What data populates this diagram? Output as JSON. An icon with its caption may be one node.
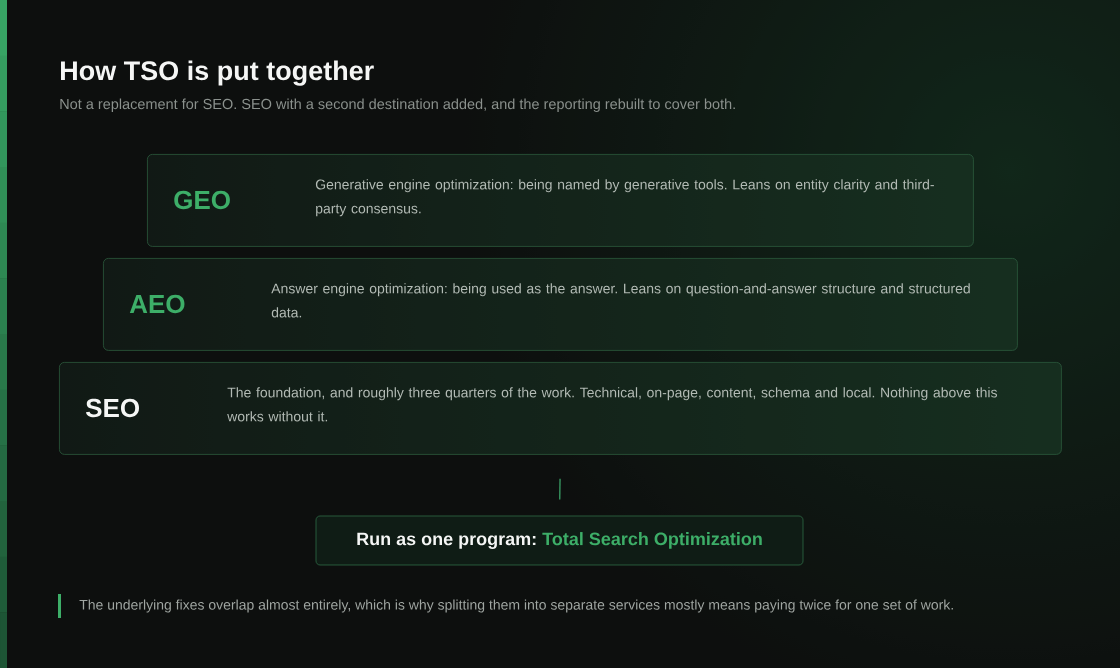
{
  "diagram": {
    "title": "How TSO is put together",
    "nodes": [
      {
        "text": [
          "GEO",
          "Generative engine optimization: being named by generative tools. Leans on entity clarity and third-party consensus."
        ]
      },
      {
        "text": [
          "AEO",
          "Answer engine optimization: being used as the answer. Leans on question-and-answer structure and structured data."
        ]
      },
      {
        "text": [
          "SEO",
          "The foundation, and roughly three quarters of the work. Technical, on-page, content, schema and local. Nothing above this works without it."
        ]
      },
      {
        "text": [
          "Run as one program:",
          "Total Search Optimization"
        ]
      }
    ],
    "edges": [
      {
        "from": 2,
        "to": 3,
        "arrow": "none"
      }
    ],
    "labels": [
      "Not a replacement for SEO. SEO with a second destination added, and the reporting rebuilt to cover both."
    ],
    "caption": "The underlying fixes overlap almost entirely, which is why splitting them into separate services mostly means paying twice for one set of work."
  }
}
